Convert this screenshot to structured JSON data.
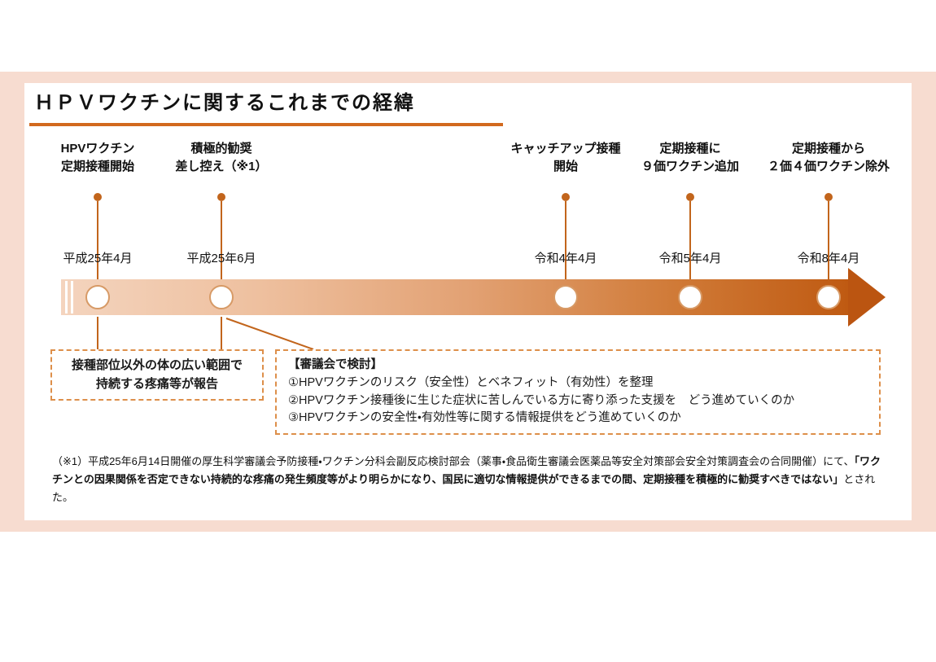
{
  "title": "ＨＰＶワクチンに関するこれまでの経緯",
  "colors": {
    "accent": "#d2691e",
    "frame_bg": "#f7dcd0",
    "arrow_gradient_start": "#f4d4be",
    "arrow_gradient_end": "#bf5a12",
    "dashed_border": "#dd8f4a"
  },
  "timeline": {
    "milestones": [
      {
        "label1": "HPVワクチン",
        "label2": "定期接種開始",
        "date": "平成25年4月"
      },
      {
        "label1": "積極的勧奨",
        "label2": "差し控え（※1）",
        "date": "平成25年6月"
      },
      {
        "label1": "キャッチアップ接種",
        "label2": "開始",
        "date": "令和4年4月"
      },
      {
        "label1": "定期接種に",
        "label2": "９価ワクチン追加",
        "date": "令和5年4月"
      },
      {
        "label1": "定期接種から",
        "label2": "２価４価ワクチン除外",
        "date": "令和8年4月"
      }
    ]
  },
  "pain_box": {
    "line1": "接種部位以外の体の広い範囲で",
    "line2": "持続する疼痛等が報告"
  },
  "council_box": {
    "heading": "【審議会で検討】",
    "item1": "①HPVワクチンのリスク（安全性）とベネフィット（有効性）を整理",
    "item2": "②HPVワクチン接種後に生じた症状に苦しんでいる方に寄り添った支援を　どう進めていくのか",
    "item3": "③HPVワクチンの安全性・有効性等に関する情報提供をどう進めていくのか"
  },
  "footnote": {
    "part1": "（※1）平成25年6月14日開催の厚生科学審議会予防接種・ワクチン分科会副反応検討部会（薬事・食品衛生審議会医薬品等安全対策部会安全対策調査会の合同開催）にて、",
    "part2_bold": "「ワクチンとの因果関係を否定できない持続的な疼痛の発生頻度等がより明らかになり、国民に適切な情報提供ができるまでの間、定期接種を積極的に勧奨すべきではない」",
    "part3": "とされた。"
  }
}
